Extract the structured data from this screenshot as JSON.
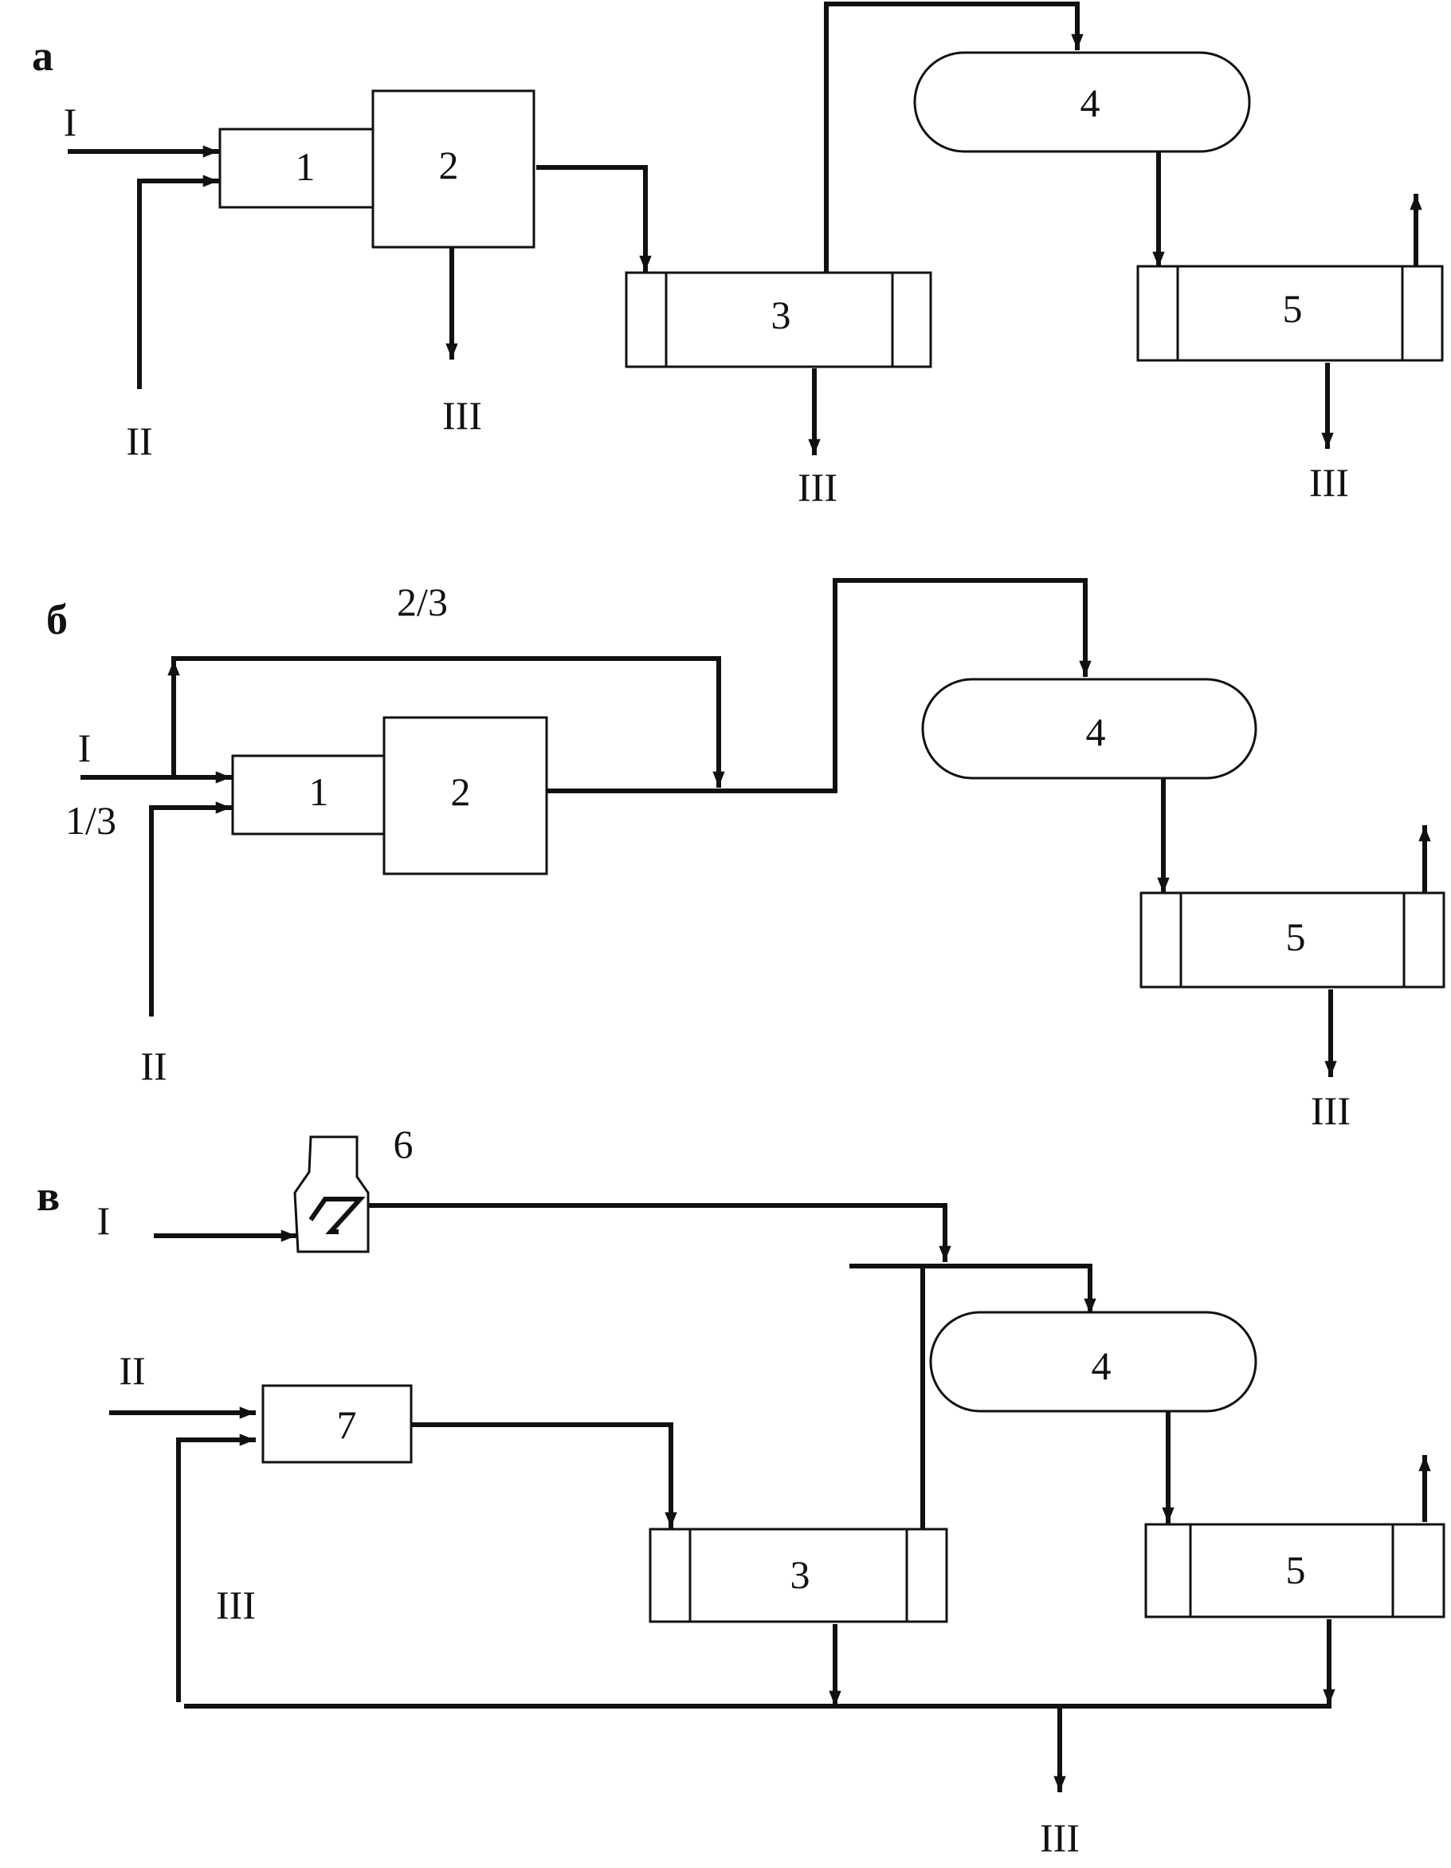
{
  "panels": {
    "a": {
      "label": "а",
      "units": {
        "u1": "1",
        "u2": "2",
        "u3": "3",
        "u4": "4",
        "u5": "5"
      },
      "streams": {
        "in1": "I",
        "in2": "II",
        "out_2": "III",
        "out_3": "III",
        "out_5": "III"
      }
    },
    "b": {
      "label": "б",
      "units": {
        "u1": "1",
        "u2": "2",
        "u4": "4",
        "u5": "5"
      },
      "streams": {
        "in1": "I",
        "in2": "II",
        "split_bypass": "2/3",
        "split_direct": "1/3",
        "out_5": "III"
      }
    },
    "c": {
      "label": "в",
      "units": {
        "u6": "6",
        "u7": "7",
        "u3": "3",
        "u4": "4",
        "u5": "5"
      },
      "streams": {
        "in1": "I",
        "in2": "II",
        "recycle": "III",
        "out_final": "III"
      }
    }
  },
  "colors": {
    "line": "#111111",
    "background": "#ffffff"
  }
}
